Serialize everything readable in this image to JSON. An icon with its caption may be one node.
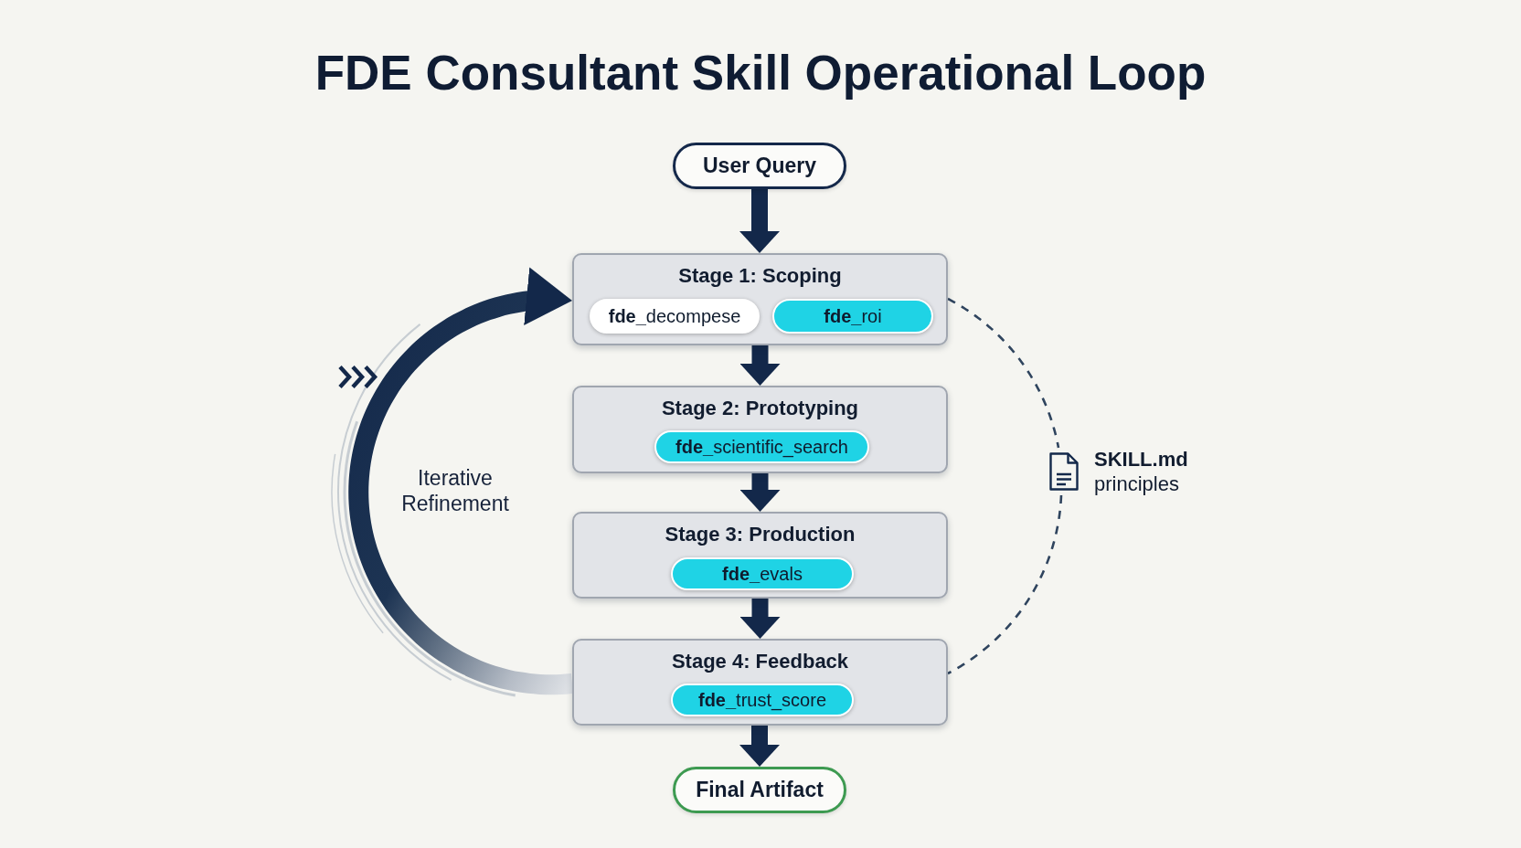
{
  "diagram": {
    "title": "FDE Consultant Skill Operational Loop",
    "nodes": [
      {
        "text": [
          "User Query"
        ]
      },
      {
        "text": [
          "Stage 1: Scoping"
        ]
      },
      {
        "text": [
          "**fde_**decompese"
        ],
        "in": 1
      },
      {
        "text": [
          "**fde_**roi"
        ],
        "in": 1
      },
      {
        "text": [
          "Stage 2: Prototyping"
        ]
      },
      {
        "text": [
          "**fde_**scientific_search"
        ],
        "in": 4
      },
      {
        "text": [
          "Stage 3: Production"
        ]
      },
      {
        "text": [
          "**fde_**evals"
        ],
        "in": 6
      },
      {
        "text": [
          "Stage 4: Feedback"
        ]
      },
      {
        "text": [
          "**fde_**trust_score"
        ],
        "in": 8
      },
      {
        "text": [
          "Final Artifact"
        ]
      },
      {
        "text": [
          "SKILL.md",
          "principles"
        ]
      }
    ],
    "edges": [
      {
        "from": 0,
        "to": 1,
        "arrow": "to"
      },
      {
        "from": 1,
        "to": 4,
        "arrow": "to"
      },
      {
        "from": 4,
        "to": 6,
        "arrow": "to"
      },
      {
        "from": 6,
        "to": 8,
        "arrow": "to"
      },
      {
        "from": 8,
        "to": 10,
        "arrow": "to"
      },
      {
        "from": 8,
        "to": 1,
        "arrow": "to",
        "label": "Iterative Refinement"
      },
      {
        "from": 1,
        "to": 11,
        "arrow": "none",
        "style": "dashed",
        "color": "#2f445e"
      },
      {
        "from": 11,
        "to": 8,
        "arrow": "none",
        "style": "dashed",
        "color": "#2f445e"
      }
    ]
  }
}
